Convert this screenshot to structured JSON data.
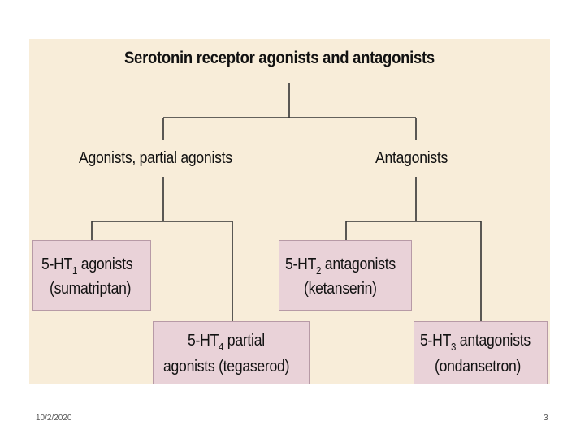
{
  "diagram": {
    "title": "Serotonin receptor agonists and antagonists",
    "branches": {
      "agonists": "Agonists, partial agonists",
      "antagonists": "Antagonists"
    },
    "boxes": {
      "ht1": {
        "prefix": "5-HT",
        "sub": "1",
        "suffix": " agonists",
        "line2": "(sumatriptan)"
      },
      "ht4": {
        "prefix": "5-HT",
        "sub": "4",
        "suffix": " partial",
        "line2": "agonists (tegaserod)"
      },
      "ht2": {
        "prefix": "5-HT",
        "sub": "2",
        "suffix": " antagonists",
        "line2": "(ketanserin)"
      },
      "ht3": {
        "prefix": "5-HT",
        "sub": "3",
        "suffix": " antagonists",
        "line2": "(ondansetron)"
      }
    }
  },
  "footer": {
    "date": "10/2/2020",
    "page": "3"
  }
}
